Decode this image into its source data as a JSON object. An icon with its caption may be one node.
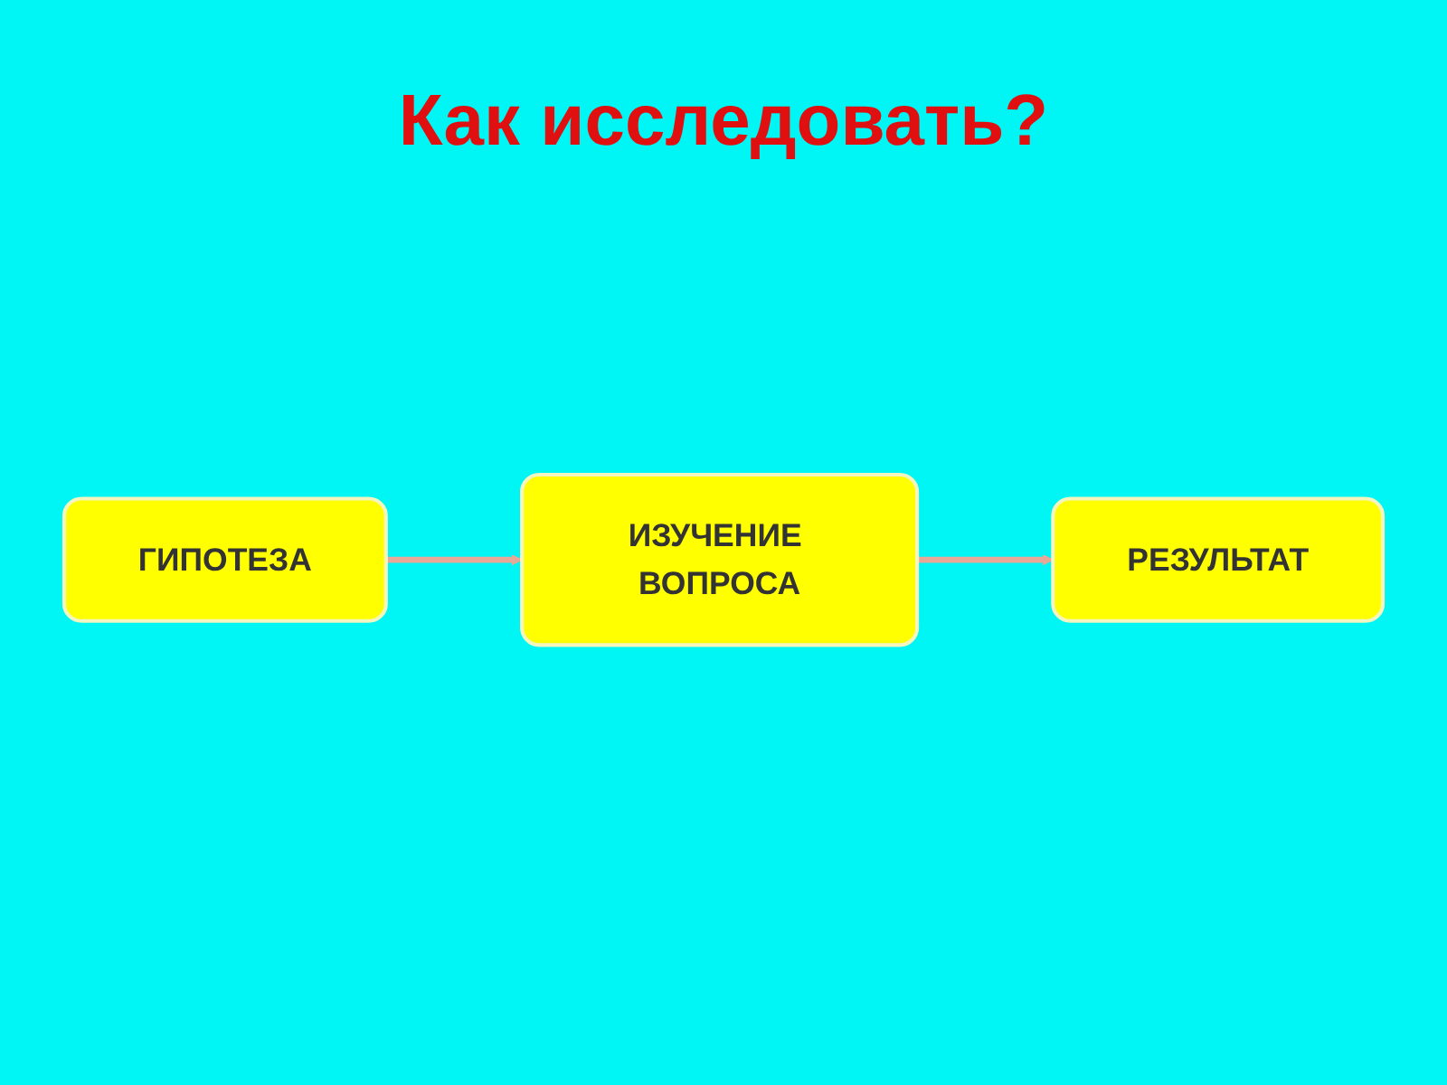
{
  "diagram": {
    "title": "Как исследовать?",
    "nodes": [
      {
        "text": [
          "ГИПОТЕЗА"
        ]
      },
      {
        "text": [
          "ИЗУЧЕНИЕ ВОПРОСА"
        ]
      },
      {
        "text": [
          "РЕЗУЛЬТАТ"
        ]
      }
    ],
    "edges": [
      {
        "from": 0,
        "to": 1,
        "arrow": "to"
      },
      {
        "from": 1,
        "to": 2,
        "arrow": "to"
      }
    ]
  }
}
